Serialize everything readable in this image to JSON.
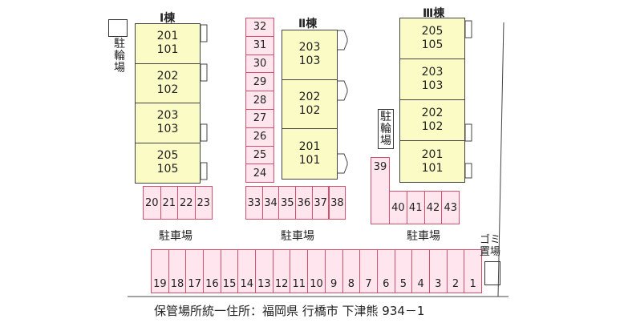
{
  "buildings": [
    {
      "name": "Ⅰ棟",
      "units": [
        [
          "201",
          "101"
        ],
        [
          "202",
          "102"
        ],
        [
          "203",
          "103"
        ],
        [
          "205",
          "105"
        ]
      ]
    },
    {
      "name": "Ⅱ棟",
      "units": [
        [
          "203",
          "103"
        ],
        [
          "202",
          "102"
        ],
        [
          "201",
          "101"
        ]
      ]
    },
    {
      "name": "Ⅲ棟",
      "units": [
        [
          "205",
          "105"
        ],
        [
          "203",
          "103"
        ],
        [
          "202",
          "102"
        ],
        [
          "201",
          "101"
        ]
      ]
    }
  ],
  "bike_label": "駐輪場",
  "garbage_label_1": "ゴミ",
  "garbage_label_2": "置場",
  "parking_label": "駐車場",
  "parking": {
    "stack": [
      "32",
      "31",
      "30",
      "29",
      "28",
      "27",
      "26",
      "25",
      "24"
    ],
    "row_a": [
      "20",
      "21",
      "22",
      "23"
    ],
    "row_b": [
      "33",
      "34",
      "35",
      "36",
      "37",
      "38"
    ],
    "row_c": [
      "39",
      "40",
      "41",
      "42",
      "43"
    ],
    "bottom": [
      "19",
      "18",
      "17",
      "16",
      "15",
      "14",
      "13",
      "12",
      "11",
      "10",
      "9",
      "8",
      "7",
      "6",
      "5",
      "4",
      "3",
      "2",
      "1"
    ]
  },
  "address": "保管場所統一住所：福岡県 行橋市 下津熊 934－1",
  "colors": {
    "building": "#fbfbc6",
    "parking_fill": "#ffe6ee",
    "parking_border": "#d0506e"
  }
}
